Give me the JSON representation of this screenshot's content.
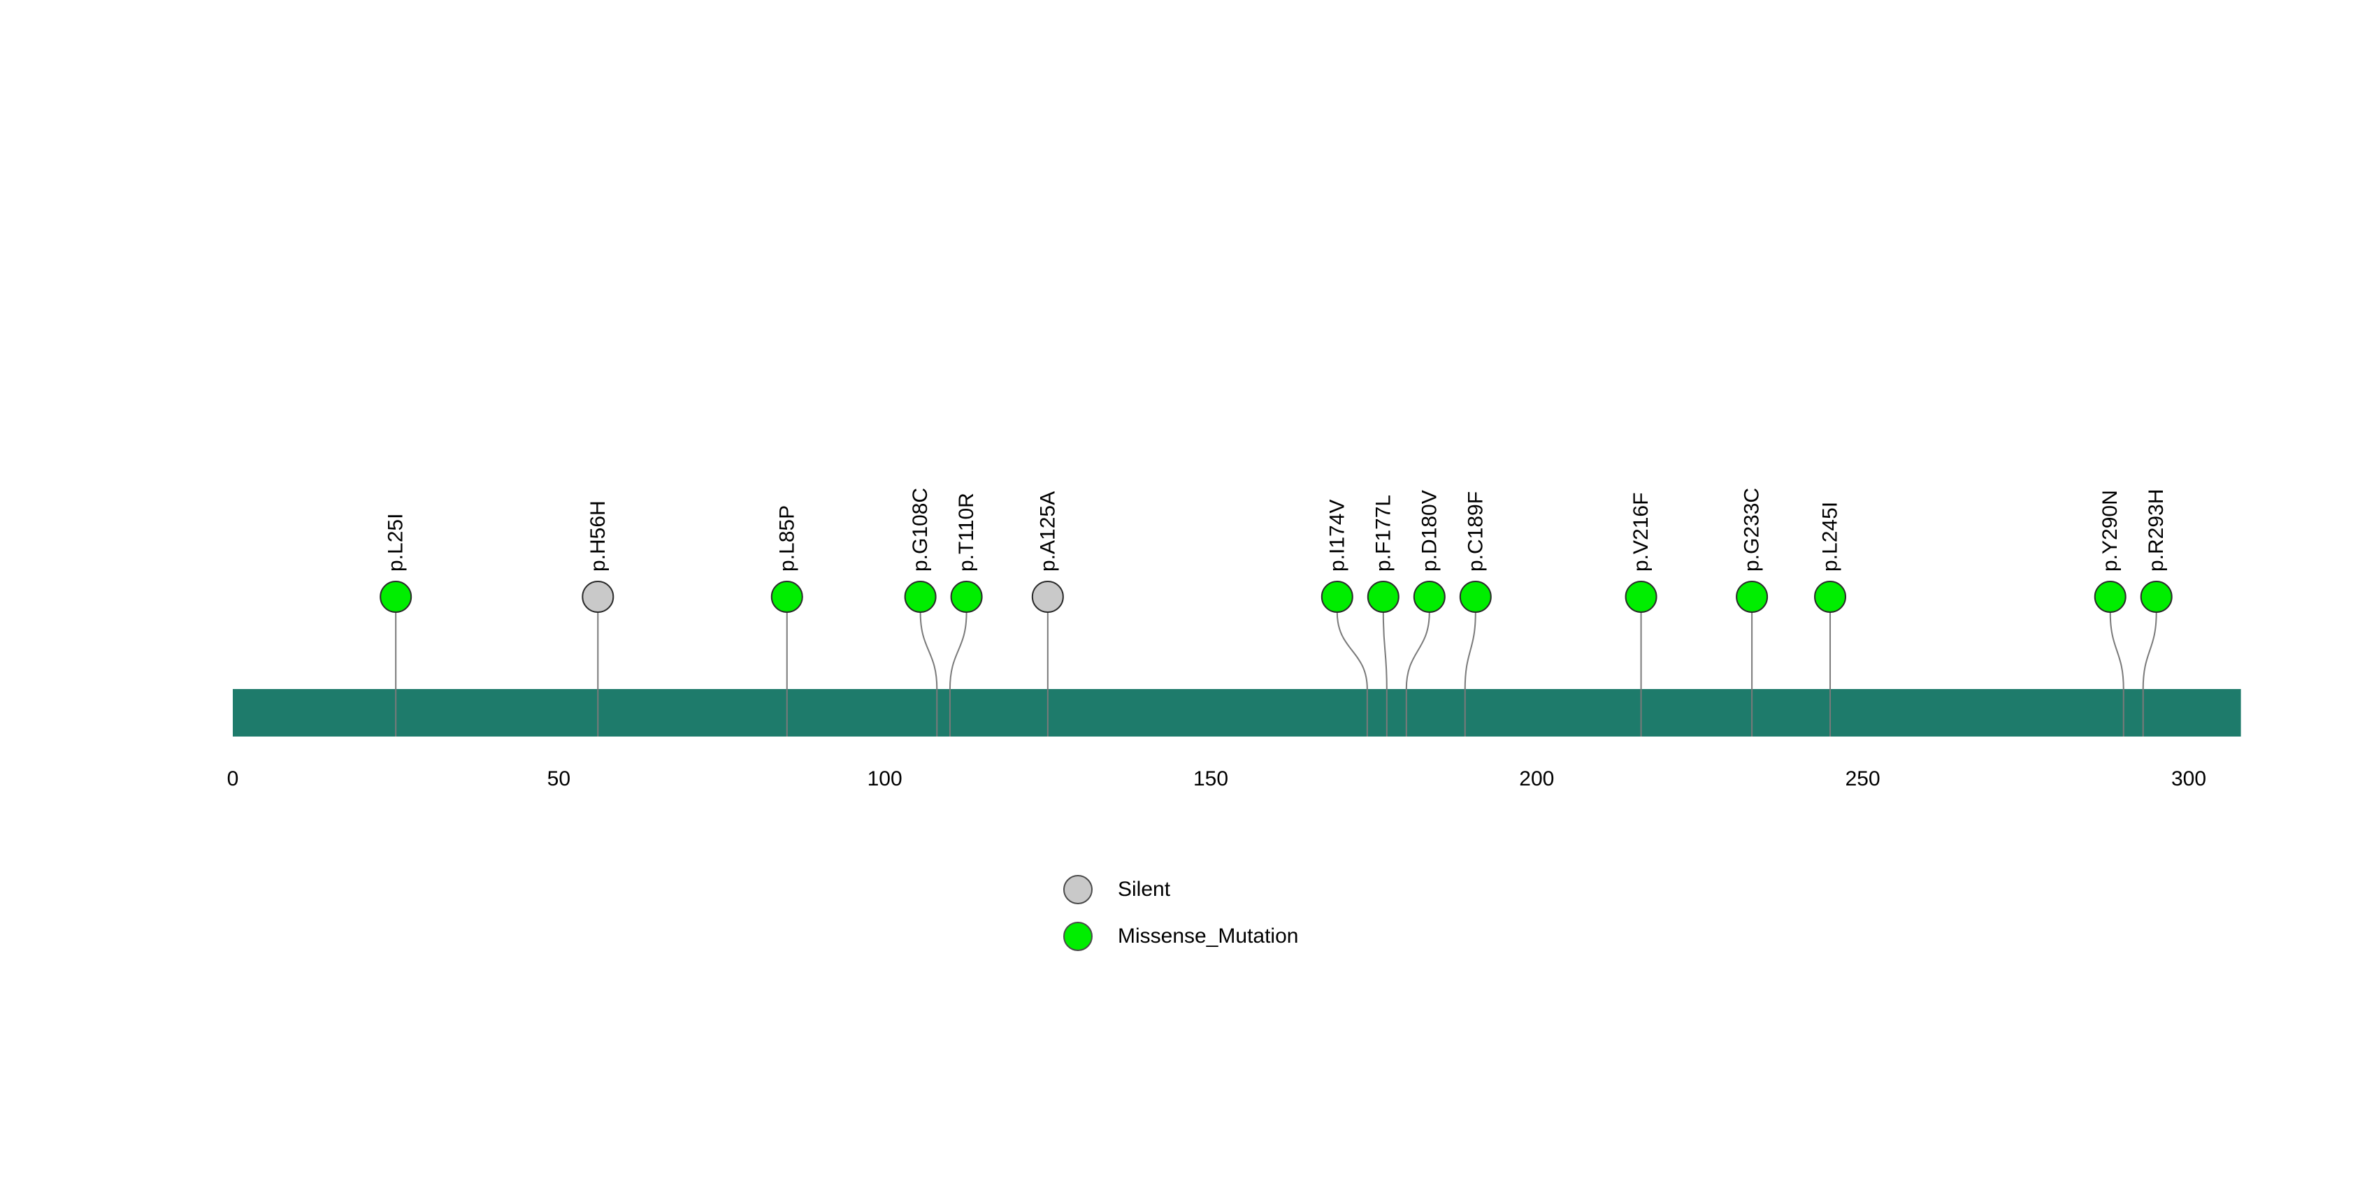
{
  "chart_data": {
    "type": "lollipop",
    "title": "",
    "xlabel": "",
    "ylabel": "",
    "xlim": [
      0,
      308
    ],
    "x_ticks": [
      0,
      50,
      100,
      150,
      200,
      250,
      300
    ],
    "grid": false,
    "legend_position": "bottom-center",
    "colors": {
      "protein_bar": "#1E7B6B",
      "stem": "#7a7a7a",
      "marker_outline": "#2b2b2b",
      "text": "#000000",
      "background": "#ffffff"
    },
    "mutation_types": [
      {
        "name": "Silent",
        "color": "#C9C9C9"
      },
      {
        "name": "Missense_Mutation",
        "color": "#00EE00"
      }
    ],
    "mutations": [
      {
        "label": "p.L25I",
        "position": 25,
        "type": "Missense_Mutation"
      },
      {
        "label": "p.H56H",
        "position": 56,
        "type": "Silent"
      },
      {
        "label": "p.L85P",
        "position": 85,
        "type": "Missense_Mutation"
      },
      {
        "label": "p.G108C",
        "position": 108,
        "type": "Missense_Mutation"
      },
      {
        "label": "p.T110R",
        "position": 110,
        "type": "Missense_Mutation"
      },
      {
        "label": "p.A125A",
        "position": 125,
        "type": "Silent"
      },
      {
        "label": "p.I174V",
        "position": 174,
        "type": "Missense_Mutation"
      },
      {
        "label": "p.F177L",
        "position": 177,
        "type": "Missense_Mutation"
      },
      {
        "label": "p.D180V",
        "position": 180,
        "type": "Missense_Mutation"
      },
      {
        "label": "p.C189F",
        "position": 189,
        "type": "Missense_Mutation"
      },
      {
        "label": "p.V216F",
        "position": 216,
        "type": "Missense_Mutation"
      },
      {
        "label": "p.G233C",
        "position": 233,
        "type": "Missense_Mutation"
      },
      {
        "label": "p.L245I",
        "position": 245,
        "type": "Missense_Mutation"
      },
      {
        "label": "p.Y290N",
        "position": 290,
        "type": "Missense_Mutation"
      },
      {
        "label": "p.R293H",
        "position": 293,
        "type": "Missense_Mutation"
      }
    ],
    "legend": [
      {
        "label": "Silent",
        "color": "#C9C9C9"
      },
      {
        "label": "Missense_Mutation",
        "color": "#00EE00"
      }
    ]
  }
}
